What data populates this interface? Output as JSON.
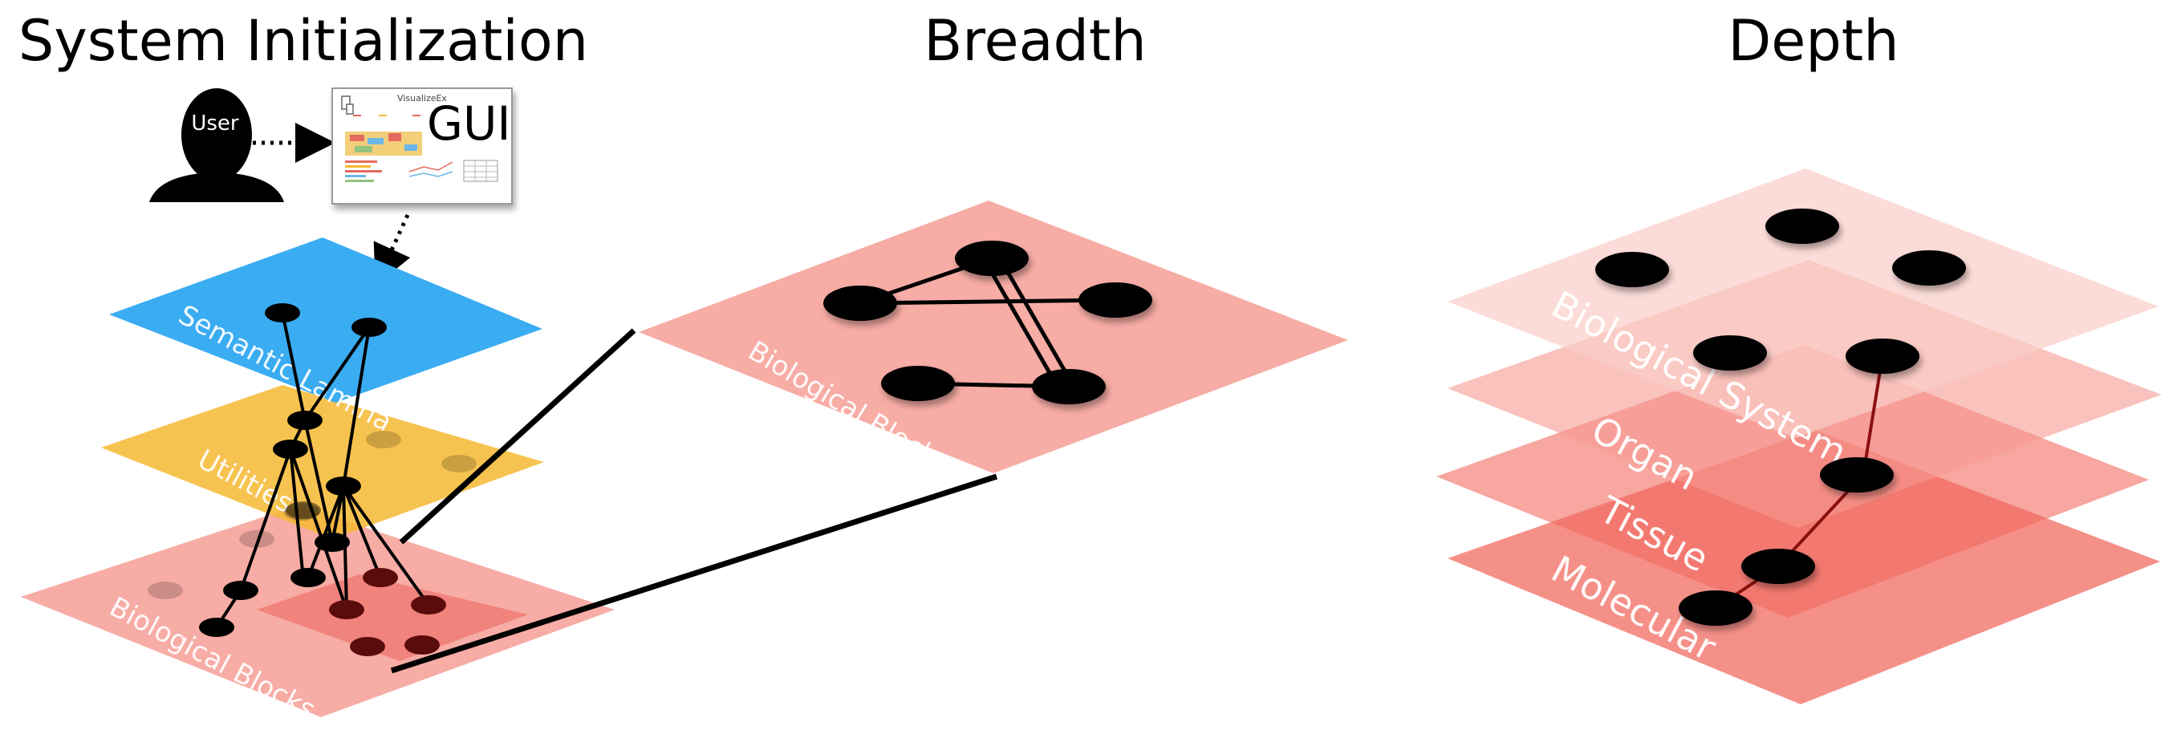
{
  "panels": [
    {
      "id": "system-initialization",
      "heading": "System Initialization"
    },
    {
      "id": "breadth",
      "heading": "Breadth"
    },
    {
      "id": "depth",
      "heading": "Depth"
    }
  ],
  "system_init": {
    "user_label": "User",
    "gui_label": "GUI",
    "gui_thumbnail_title": "VisualizeEx",
    "planes": {
      "semantic": "Semantic  Lamina",
      "utilities": "Utilities",
      "biological": "Biological Blocks"
    }
  },
  "breadth": {
    "plane_label": "Biological Blocks"
  },
  "depth": {
    "layers": [
      "Biological System",
      "Organ",
      "Tissue",
      "Molecular"
    ]
  },
  "colors": {
    "semantic_plane": "#3aacf2",
    "utilities_plane": "#f6b931",
    "biological_plane": "#f7aca5",
    "biological_inner": "#ef7b74",
    "depth_system": "#fbcdc8",
    "depth_organ": "#f59a91",
    "depth_tissue": "#f26b60",
    "depth_molecular": "#f26b60",
    "node": "#000000"
  }
}
